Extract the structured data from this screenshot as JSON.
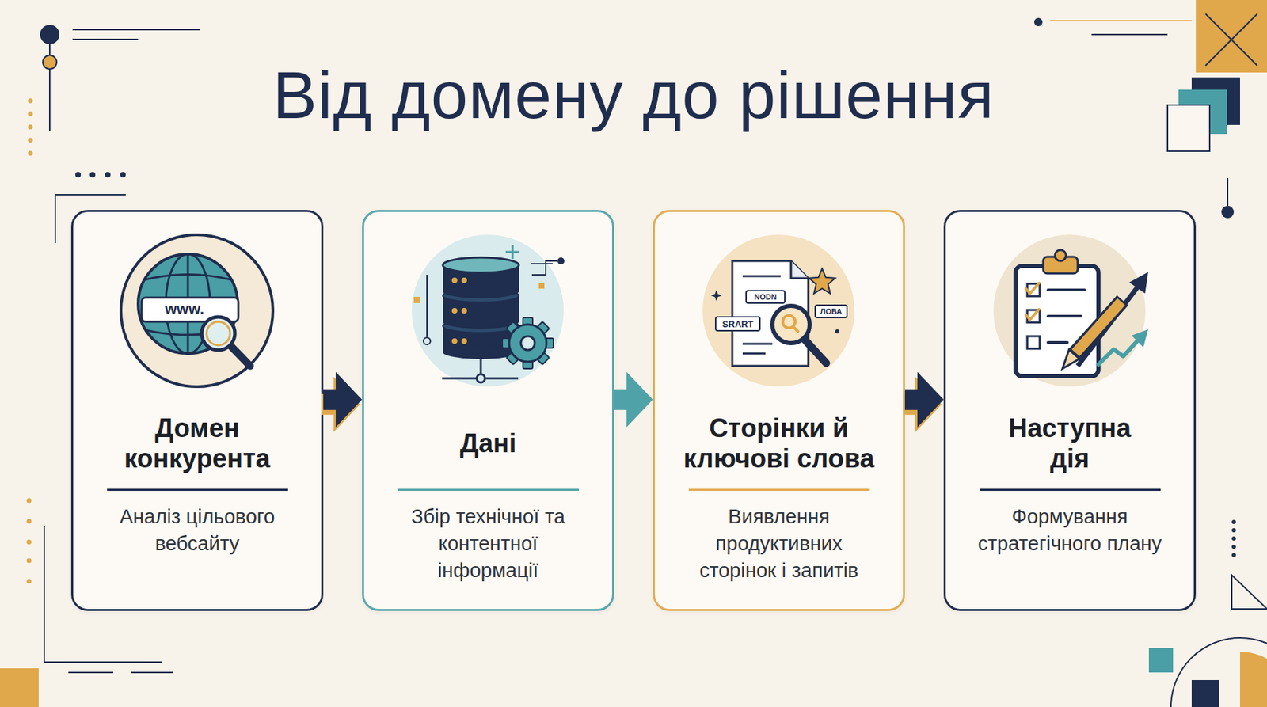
{
  "diagram": {
    "title": "Від домену до рішення",
    "nodes": [
      {
        "text": [
          "Домен конкурента",
          "Аналіз цільового вебсайту"
        ]
      },
      {
        "text": [
          "Дані",
          "Збір технічної та контентної інформації"
        ]
      },
      {
        "text": [
          "Сторінки й ключові слова",
          "Виявлення продуктивних сторінок і запитів"
        ]
      },
      {
        "text": [
          "Наступна дія",
          "Формування стратегічного плану"
        ]
      }
    ],
    "edges": [
      {
        "from": 0,
        "to": 1,
        "arrow": "to"
      },
      {
        "from": 1,
        "to": 2,
        "arrow": "to"
      },
      {
        "from": 2,
        "to": 3,
        "arrow": "to"
      }
    ],
    "labels": [
      "www.",
      "NODN",
      "SRART",
      "ЛОВА"
    ]
  }
}
